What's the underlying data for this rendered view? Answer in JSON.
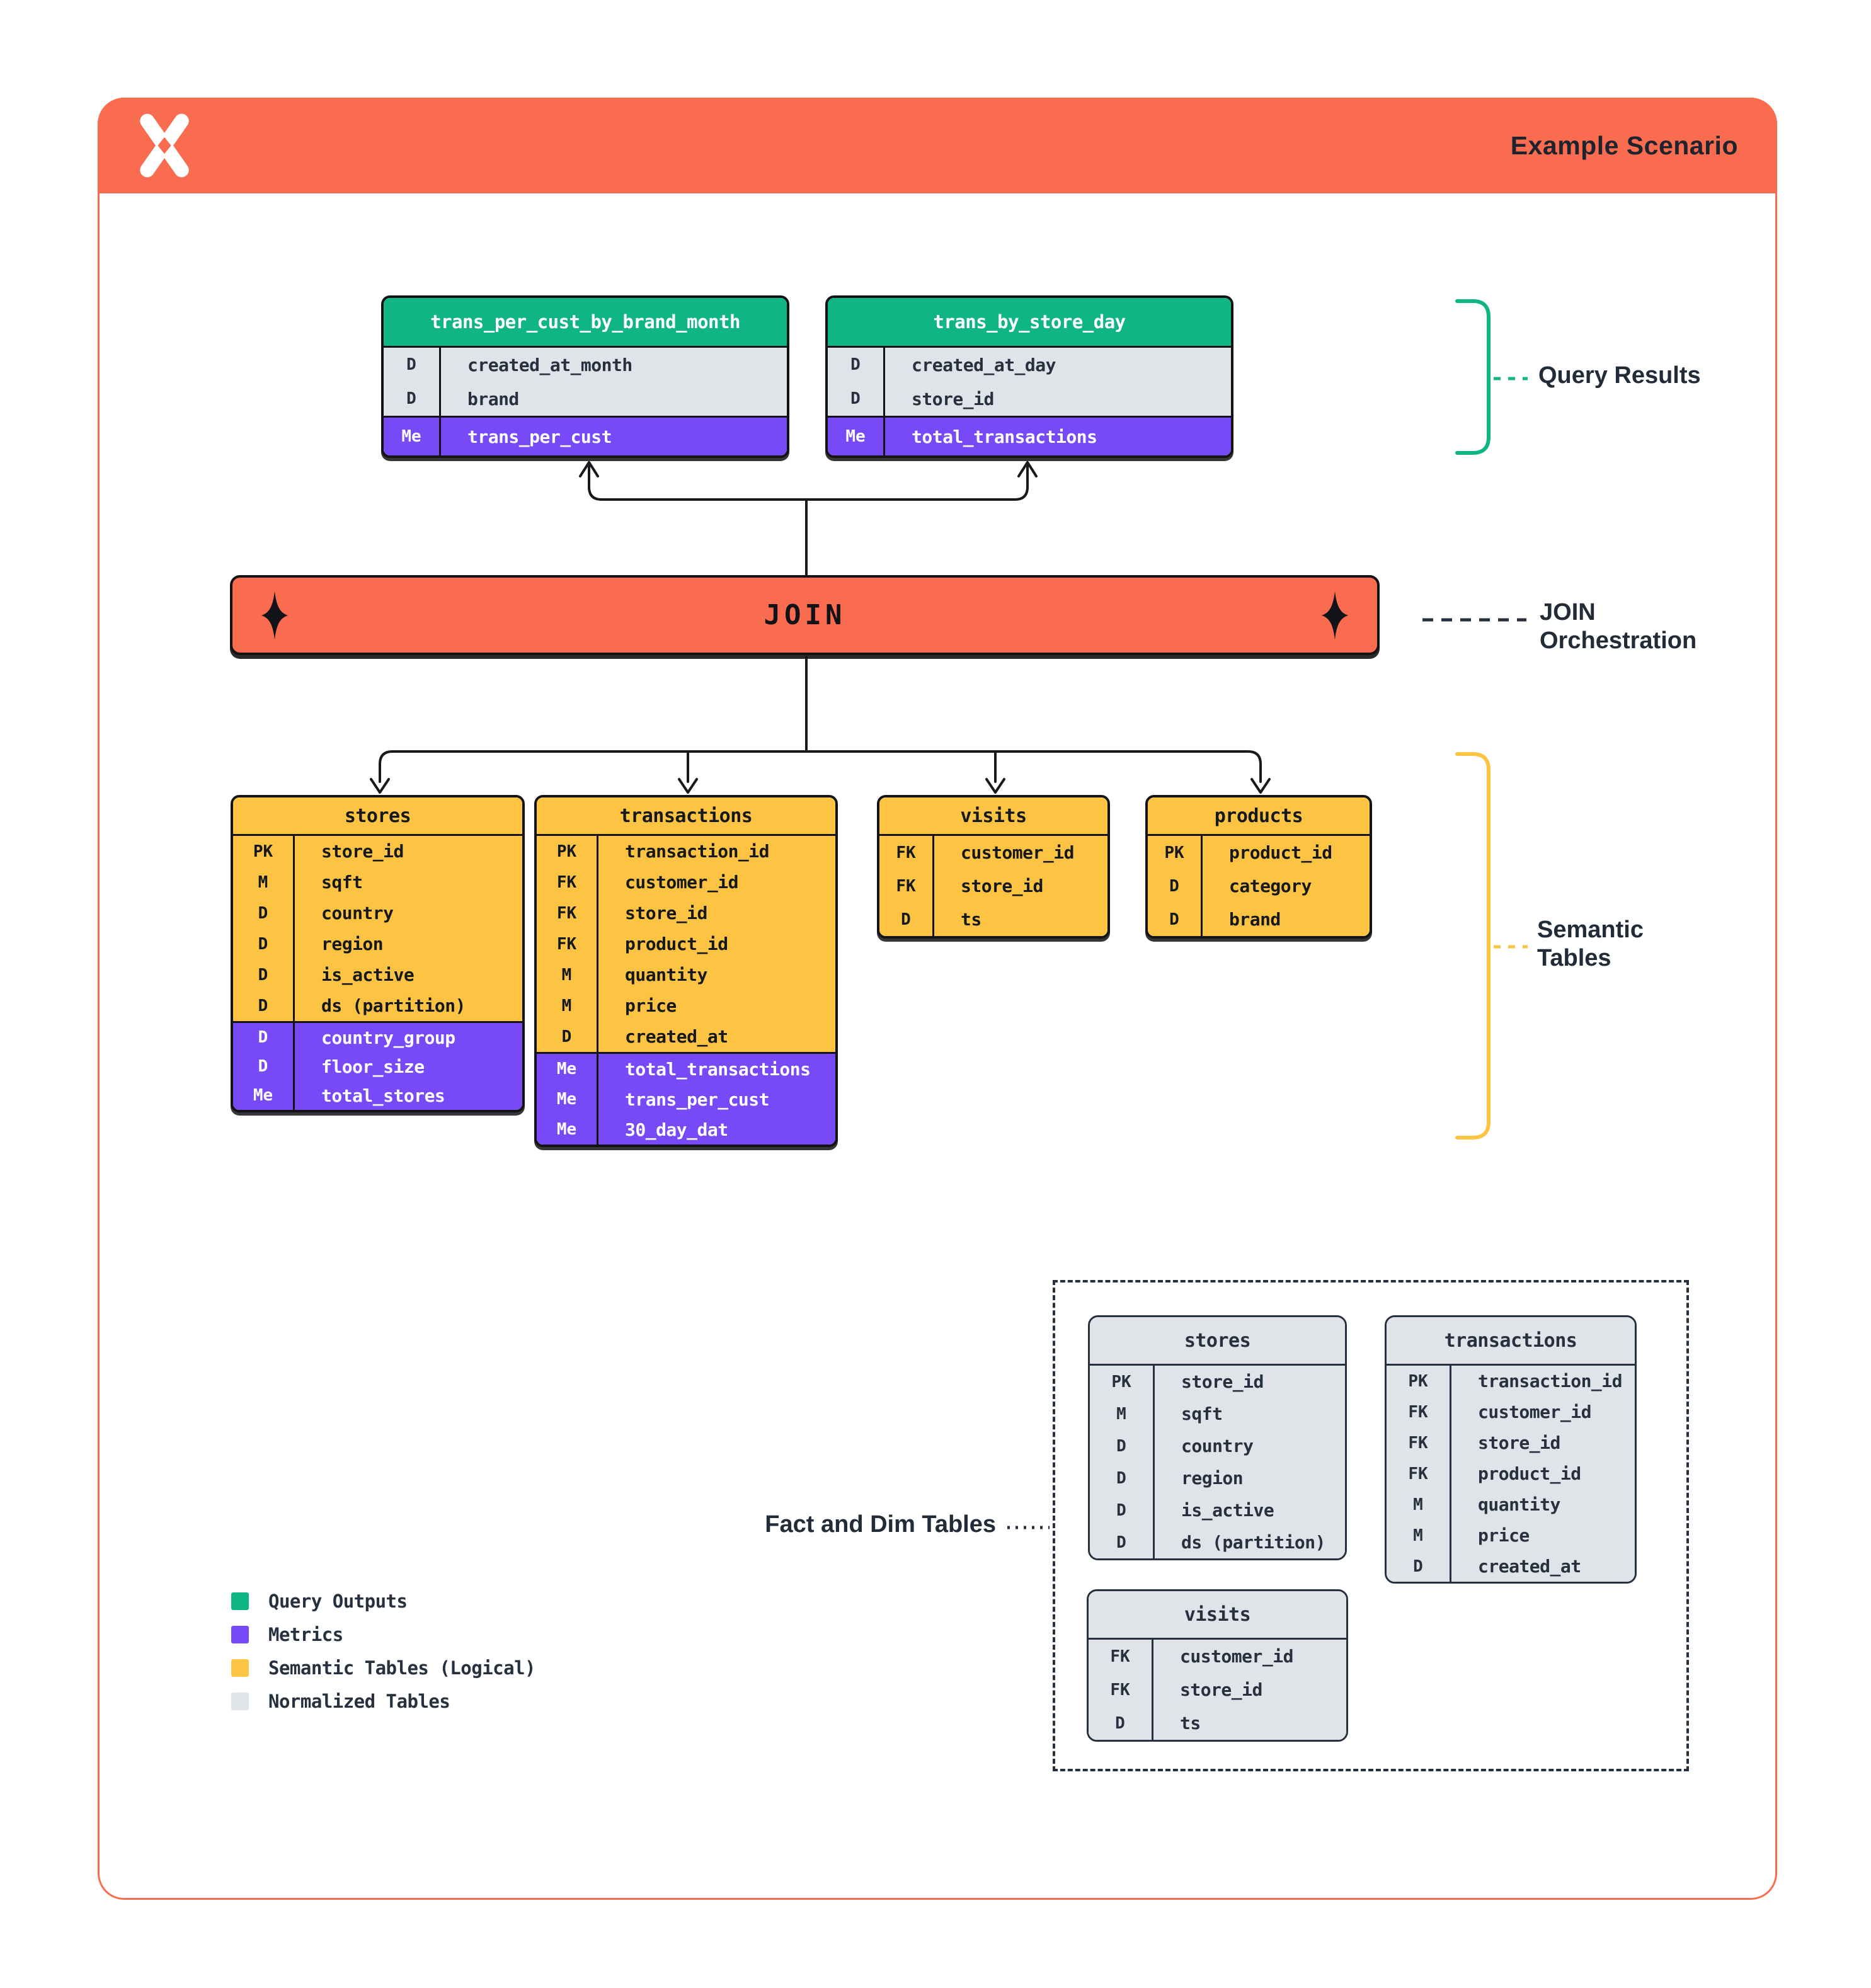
{
  "colors": {
    "orange": "#F96C4F",
    "green": "#10B584",
    "purple": "#784AF7",
    "yellow": "#FDC443",
    "grayrow": "#E0E3E8",
    "navy": "#26303E"
  },
  "header": {
    "title": "Example Scenario"
  },
  "join": {
    "label": "JOIN"
  },
  "annotations": {
    "query_results": "Query Results",
    "join_orchestration": "JOIN Orchestration",
    "semantic_tables": "Semantic Tables",
    "fact_dim": "Fact and Dim Tables"
  },
  "query_tables": [
    {
      "name": "trans_per_cust_by_brand_month",
      "sections": [
        {
          "kind": "plain",
          "rows": [
            [
              "D",
              "created_at_month"
            ],
            [
              "D",
              "brand"
            ]
          ]
        },
        {
          "kind": "metric",
          "rows": [
            [
              "Me",
              "trans_per_cust"
            ]
          ]
        }
      ]
    },
    {
      "name": "trans_by_store_day",
      "sections": [
        {
          "kind": "plain",
          "rows": [
            [
              "D",
              "created_at_day"
            ],
            [
              "D",
              "store_id"
            ]
          ]
        },
        {
          "kind": "metric",
          "rows": [
            [
              "Me",
              "total_transactions"
            ]
          ]
        }
      ]
    }
  ],
  "semantic_tables": [
    {
      "name": "stores",
      "sections": [
        {
          "kind": "plain",
          "rows": [
            [
              "PK",
              "store_id"
            ],
            [
              "M",
              "sqft"
            ],
            [
              "D",
              "country"
            ],
            [
              "D",
              "region"
            ],
            [
              "D",
              "is_active"
            ],
            [
              "D",
              "ds (partition)"
            ]
          ]
        },
        {
          "kind": "metric",
          "rows": [
            [
              "D",
              "country_group"
            ],
            [
              "D",
              "floor_size"
            ],
            [
              "Me",
              "total_stores"
            ]
          ]
        }
      ]
    },
    {
      "name": "transactions",
      "sections": [
        {
          "kind": "plain",
          "rows": [
            [
              "PK",
              "transaction_id"
            ],
            [
              "FK",
              "customer_id"
            ],
            [
              "FK",
              "store_id"
            ],
            [
              "FK",
              "product_id"
            ],
            [
              "M",
              "quantity"
            ],
            [
              "M",
              "price"
            ],
            [
              "D",
              "created_at"
            ]
          ]
        },
        {
          "kind": "metric",
          "rows": [
            [
              "Me",
              "total_transactions"
            ],
            [
              "Me",
              "trans_per_cust"
            ],
            [
              "Me",
              "30_day_dat"
            ]
          ]
        }
      ]
    },
    {
      "name": "visits",
      "sections": [
        {
          "kind": "plain",
          "rows": [
            [
              "FK",
              "customer_id"
            ],
            [
              "FK",
              "store_id"
            ],
            [
              "D",
              "ts"
            ]
          ]
        }
      ]
    },
    {
      "name": "products",
      "sections": [
        {
          "kind": "plain",
          "rows": [
            [
              "PK",
              "product_id"
            ],
            [
              "D",
              "category"
            ],
            [
              "D",
              "brand"
            ]
          ]
        }
      ]
    }
  ],
  "normalized_tables": [
    {
      "name": "stores",
      "sections": [
        {
          "kind": "plain",
          "rows": [
            [
              "PK",
              "store_id"
            ],
            [
              "M",
              "sqft"
            ],
            [
              "D",
              "country"
            ],
            [
              "D",
              "region"
            ],
            [
              "D",
              "is_active"
            ],
            [
              "D",
              "ds (partition)"
            ]
          ]
        }
      ]
    },
    {
      "name": "transactions",
      "sections": [
        {
          "kind": "plain",
          "rows": [
            [
              "PK",
              "transaction_id"
            ],
            [
              "FK",
              "customer_id"
            ],
            [
              "FK",
              "store_id"
            ],
            [
              "FK",
              "product_id"
            ],
            [
              "M",
              "quantity"
            ],
            [
              "M",
              "price"
            ],
            [
              "D",
              "created_at"
            ]
          ]
        }
      ]
    },
    {
      "name": "visits",
      "sections": [
        {
          "kind": "plain",
          "rows": [
            [
              "FK",
              "customer_id"
            ],
            [
              "FK",
              "store_id"
            ],
            [
              "D",
              "ts"
            ]
          ]
        }
      ]
    }
  ],
  "legend": [
    {
      "label": "Query Outputs",
      "swatch": "green"
    },
    {
      "label": "Metrics",
      "swatch": "purple"
    },
    {
      "label": "Semantic Tables (Logical)",
      "swatch": "yellow"
    },
    {
      "label": "Normalized Tables",
      "swatch": "gray"
    }
  ]
}
